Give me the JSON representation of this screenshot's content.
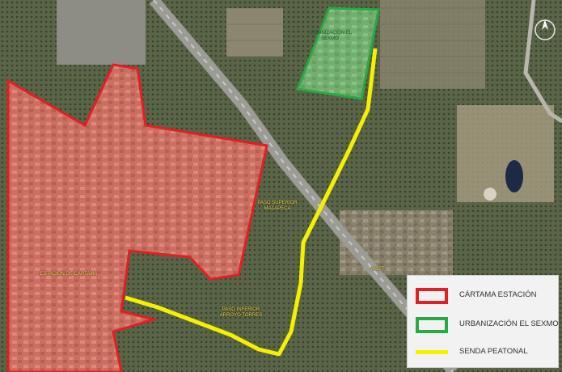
{
  "map": {
    "labels": {
      "estacion": "ESTACION DE CARTAMA",
      "sexmo": "URBANIZACIÓN EL SEXMO",
      "paso_superior_1": "PASO SUPERIOR MAZAPECA",
      "paso_superior_2": "PASO INFERIOR ARROYO TORRES",
      "autovia": "A-357"
    },
    "compass_icon": "north-arrow-icon"
  },
  "legend": {
    "items": [
      {
        "label": "CÁRTAMA ESTACIÓN",
        "symbol": "red-outline",
        "color": "#e31e24"
      },
      {
        "label": "URBANIZACIÓN EL SEXMO",
        "symbol": "green-outline",
        "color": "#29a845"
      },
      {
        "label": "SENDA PEATONAL",
        "symbol": "yellow-line",
        "color": "#f5f000"
      }
    ]
  }
}
